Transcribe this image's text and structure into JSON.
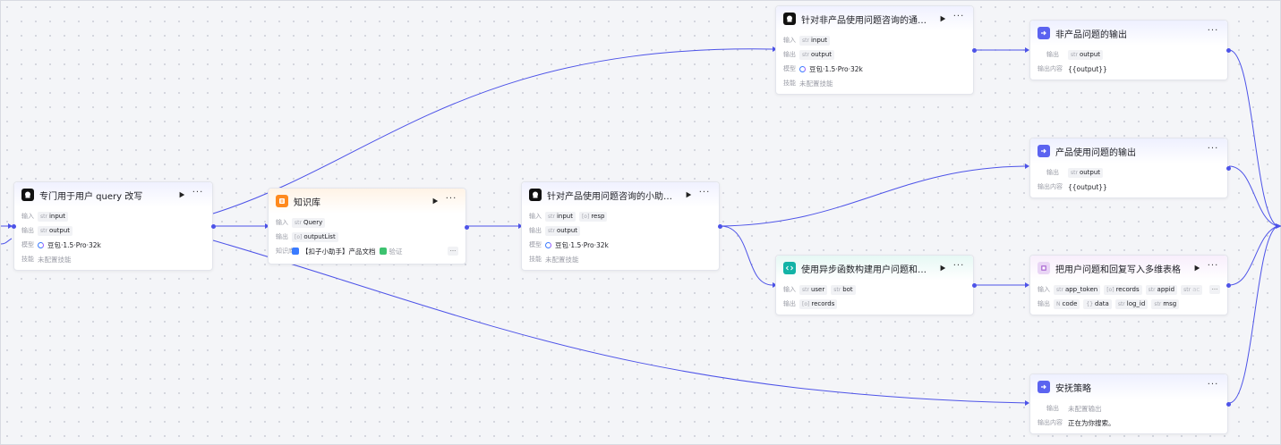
{
  "nodes": {
    "rewrite": {
      "title": "专门用于用户 query 改写",
      "input_label": "输入",
      "input_type": "str",
      "input_name": "input",
      "output_label": "输出",
      "output_type": "str",
      "output_name": "output",
      "model_label": "模型",
      "model_name": "豆包·1.5·Pro·32k",
      "skill_label": "技能",
      "skill_value": "未配置技能"
    },
    "knowledge": {
      "title": "知识库",
      "input_label": "输入",
      "input_type": "str",
      "input_name": "Query",
      "output_label": "输出",
      "output_type": "[o]",
      "output_name": "outputList",
      "kb_label": "知识库",
      "kb_item1": "【扣子小助手】产品文档",
      "kb_item2": "验证"
    },
    "product_llm": {
      "title": "针对产品使用问题咨询的小助手...",
      "input_label": "输入",
      "input_type": "str",
      "input_name": "input",
      "input2_type": "[o]",
      "input2_name": "resp",
      "output_label": "输出",
      "output_type": "str",
      "output_name": "output",
      "model_label": "模型",
      "model_name": "豆包·1.5·Pro·32k",
      "skill_label": "技能",
      "skill_value": "未配置技能"
    },
    "nonproduct_llm": {
      "title": "针对非产品使用问题咨询的通用...",
      "input_label": "输入",
      "input_type": "str",
      "input_name": "input",
      "output_label": "输出",
      "output_type": "str",
      "output_name": "output",
      "model_label": "模型",
      "model_name": "豆包·1.5·Pro·32k",
      "skill_label": "技能",
      "skill_value": "未配置技能"
    },
    "code": {
      "title": "使用异步函数构建用户问题和回...",
      "input_label": "输入",
      "input1_type": "str",
      "input1_name": "user",
      "input2_type": "str",
      "input2_name": "bot",
      "output_label": "输出",
      "output_type": "[o]",
      "output_name": "records"
    },
    "out_nonproduct": {
      "title": "非产品问题的输出",
      "output_label": "输出",
      "output_type": "str",
      "output_name": "output",
      "content_label": "输出内容",
      "content_value": "{{output}}"
    },
    "out_product": {
      "title": "产品使用问题的输出",
      "output_label": "输出",
      "output_type": "str",
      "output_name": "output",
      "content_label": "输出内容",
      "content_value": "{{output}}"
    },
    "plugin": {
      "title": "把用户问题和回复写入多维表格",
      "input_label": "输入",
      "in1_type": "str",
      "in1_name": "app_token",
      "in2_type": "[o]",
      "in2_name": "records",
      "in3_type": "str",
      "in3_name": "appid",
      "in4_type": "str",
      "in4_name": "ac",
      "output_label": "输出",
      "out1_type": "N",
      "out1_name": "code",
      "out2_type": "{}",
      "out2_name": "data",
      "out3_type": "str",
      "out3_name": "log_id",
      "out4_type": "str",
      "out4_name": "msg"
    },
    "comfort": {
      "title": "安抚策略",
      "output_label": "输出",
      "output_value": "未配置输出",
      "content_label": "输出内容",
      "content_value": "正在为你搜索。"
    }
  },
  "icons": {
    "llm": "llm-node-icon",
    "knowledge": "knowledge-base-icon",
    "output": "output-node-icon",
    "code": "code-node-icon",
    "plugin": "plugin-node-icon",
    "run": "play-icon",
    "more": "more-icon"
  },
  "colors": {
    "edge": "#4d53e8",
    "port": "#4d53e8",
    "canvas": "#f4f5f8"
  }
}
